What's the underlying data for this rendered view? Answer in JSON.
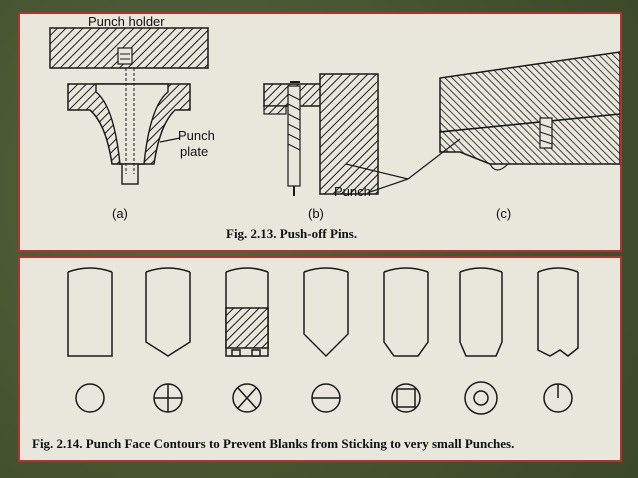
{
  "figure_top": {
    "caption": "Fig. 2.13. Push-off Pins.",
    "labels": {
      "punch_holder": "Punch holder",
      "punch": "Punch",
      "plate": "plate",
      "punch_pointer": "Punch",
      "a": "(a)",
      "b": "(b)",
      "c": "(c)"
    }
  },
  "figure_bottom": {
    "caption": "Fig. 2.14. Punch Face Contours to Prevent Blanks from Sticking to very small Punches."
  },
  "colors": {
    "frame": "#b4322d",
    "paper": "#e9e6dc",
    "ink": "#1a1a1a",
    "background": "#4c5a3c"
  }
}
